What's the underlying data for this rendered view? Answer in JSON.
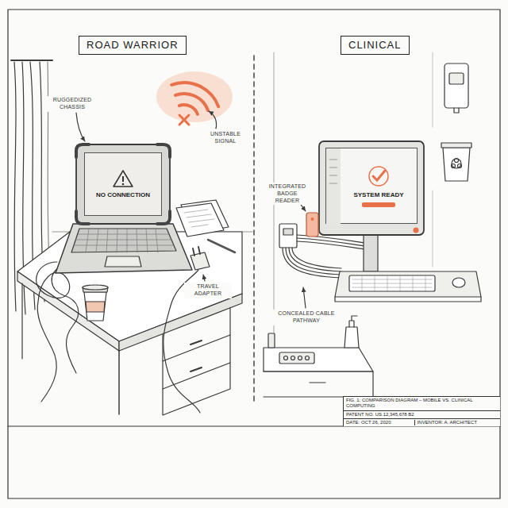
{
  "diagram": {
    "nodes": [
      {
        "text": [
          "ROAD WARRIOR"
        ]
      },
      {
        "text": [
          "CLINICAL"
        ]
      },
      {
        "text": [
          "NO CONNECTION"
        ]
      },
      {
        "text": [
          "SYSTEM READY"
        ]
      }
    ],
    "labels": [
      "RUGGEDIZED CHASSIS",
      "UNSTABLE SIGNAL",
      "TRAVEL ADAPTER",
      "INTEGRATED BADGE READER",
      "CONCEALED CABLE PATHWAY",
      "FIG. 1: COMPARISON DIAGRAM – MOBILE VS. CLINICAL COMPUTING",
      "PATENT NO. US 12,345,678 B2",
      "DATE: OCT 26, 2020",
      "INVENTOR: A. ARCHITECT"
    ]
  }
}
